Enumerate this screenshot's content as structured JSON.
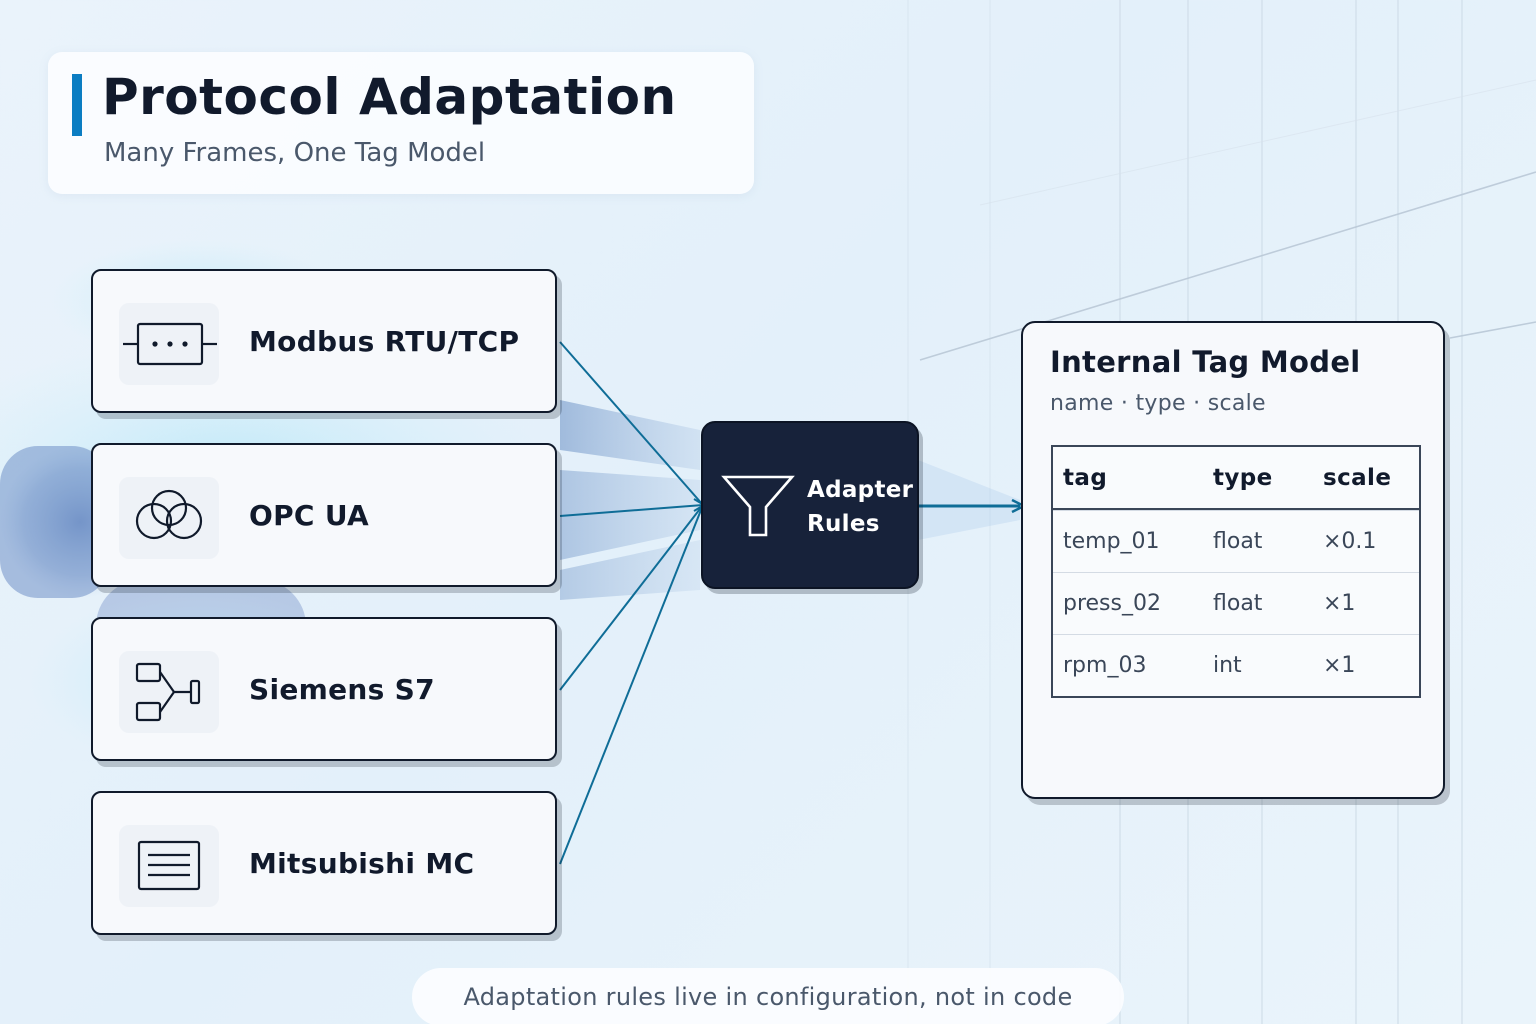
{
  "title": "Protocol Adaptation",
  "subtitle": "Many Frames, One Tag Model",
  "protocols": [
    {
      "label": "Modbus RTU/TCP",
      "icon": "serial-frame-icon"
    },
    {
      "label": "OPC UA",
      "icon": "linked-circles-icon"
    },
    {
      "label": "Siemens S7",
      "icon": "ladder-block-icon"
    },
    {
      "label": "Mitsubishi MC",
      "icon": "document-lines-icon"
    }
  ],
  "adapter": {
    "line1": "Adapter",
    "line2": "Rules",
    "icon": "funnel-icon"
  },
  "tag_model": {
    "title": "Internal Tag Model",
    "subtitle": "name · type · scale",
    "headers": [
      "tag",
      "type",
      "scale"
    ],
    "rows": [
      [
        "temp_01",
        "float",
        "×0.1"
      ],
      [
        "press_02",
        "float",
        "×1"
      ],
      [
        "rpm_03",
        "int",
        "×1"
      ]
    ]
  },
  "footer": "Adaptation rules live in configuration, not in code",
  "colors": {
    "accent": "#0b7dc2",
    "connector": "#0f6d97",
    "dark": "#17223a",
    "background": "#e6f1fa"
  }
}
